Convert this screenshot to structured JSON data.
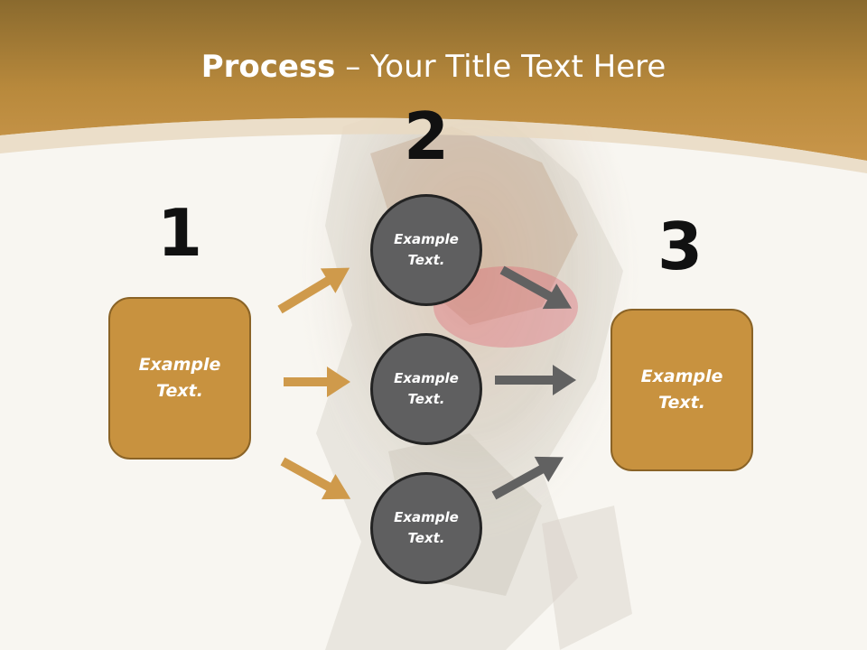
{
  "slide": {
    "title_bold": "Process",
    "title_rest": " – Your Title Text Here"
  },
  "steps": [
    {
      "number": "1",
      "text": "Example\nText."
    },
    {
      "number": "2",
      "text": "Example\nText."
    },
    {
      "number": "3",
      "text": "Example\nText."
    }
  ],
  "circles": [
    {
      "text": "Example\nText."
    },
    {
      "text": "Example\nText."
    },
    {
      "text": "Example\nText."
    }
  ],
  "colors": {
    "accent": "#c8923f",
    "accent_dark": "#8a6326",
    "circle_fill": "#5f5f60",
    "circle_border": "#232323",
    "arrow_gold": "#cf9a4b",
    "arrow_gray": "#616161"
  }
}
